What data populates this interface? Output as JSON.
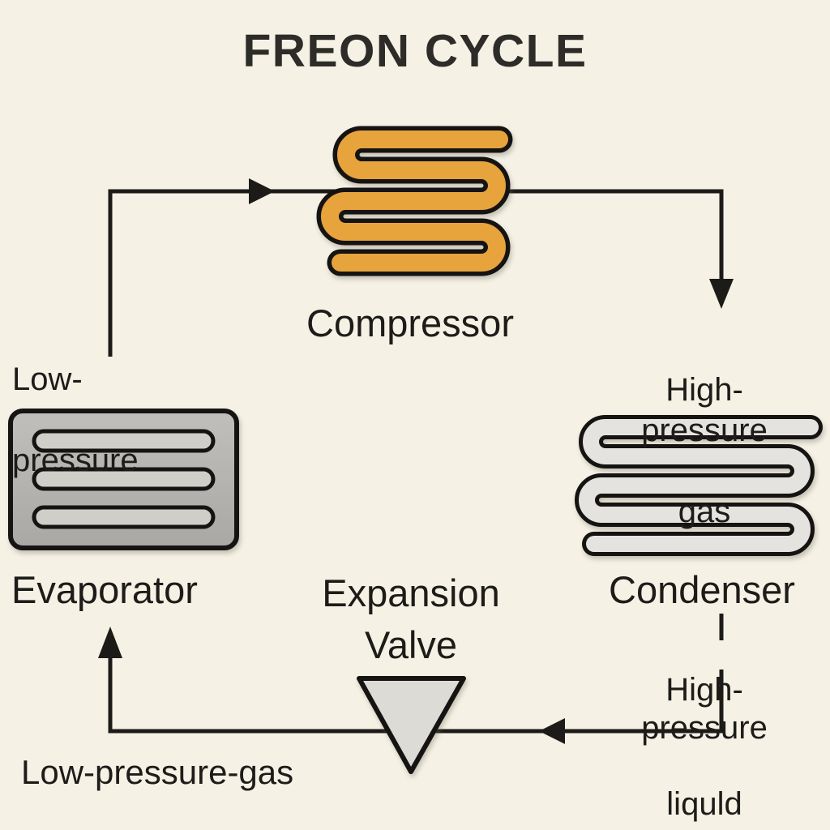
{
  "title": "FREON CYCLE",
  "components": {
    "compressor": {
      "label": "Compressor",
      "icon": "compressor-coil-icon"
    },
    "condenser": {
      "label": "Condenser",
      "icon": "condenser-coil-icon"
    },
    "evaporator": {
      "label": "Evaporator",
      "icon": "evaporator-icon"
    },
    "expansion_valve": {
      "label": "Expansion Valve",
      "icon": "expansion-valve-icon"
    }
  },
  "flow_labels": {
    "low_pressure": {
      "line1": "Low-",
      "line2": "pressure"
    },
    "high_pressure_gas": {
      "line1": "High-pressure",
      "line2": "gas"
    },
    "high_pressure_liquid": {
      "line1": "High-pressure",
      "line2": "liquld"
    },
    "low_pressure_gas": {
      "text": "Low-pressure-gas"
    }
  },
  "flow_direction": "clockwise",
  "colors": {
    "background": "#f5f1e5",
    "pipe_line": "#1c1b18",
    "text": "#1d1c19",
    "title_text": "#2d2c28",
    "outline": "#151412",
    "compressor_fill": "#e7a33c",
    "condenser_fill": "#e4e3df",
    "evaporator_body": "#b4b3b0",
    "evaporator_slot": "#cfcec9",
    "valve_fill": "#dcdbd6"
  }
}
